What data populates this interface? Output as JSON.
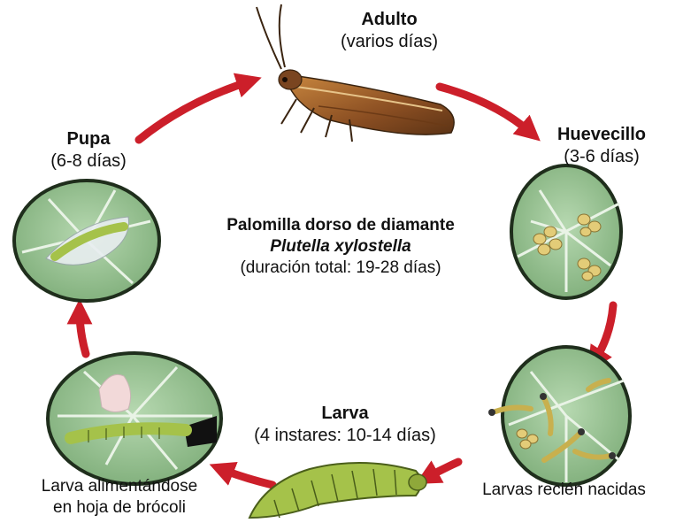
{
  "stages": {
    "adult": {
      "title": "Adulto",
      "duration": "(varios días)"
    },
    "egg": {
      "title": "Huevecillo",
      "duration": "(3-6 días)"
    },
    "pupa": {
      "title": "Pupa",
      "duration": "(6-8 días)"
    },
    "larva": {
      "title": "Larva",
      "duration": "(4 instares: 10-14 días)"
    }
  },
  "center": {
    "title": "Palomilla dorso de diamante",
    "scientific_name": "Plutella xylostella",
    "total_duration": "(duración total: 19-28 días)"
  },
  "captions": {
    "feeding_larva_line1": "Larva alimentándose",
    "feeding_larva_line2": "en hoja de brócoli",
    "newborn_larvae": "Larvas recién nacidas"
  },
  "colors": {
    "arrow": "#cc1f2a",
    "leaf": "#9fc79a",
    "leaf_border": "#1f2e1c",
    "vein": "#e9f3e6",
    "larva_body": "#a5c24a",
    "egg": "#e3cc78",
    "moth": "#9a5a2a"
  },
  "icons": [
    "moth-icon",
    "egg-cluster-icon",
    "newborn-larvae-icon",
    "caterpillar-icon",
    "feeding-larva-icon",
    "pupa-icon",
    "cycle-arrow-icon"
  ]
}
